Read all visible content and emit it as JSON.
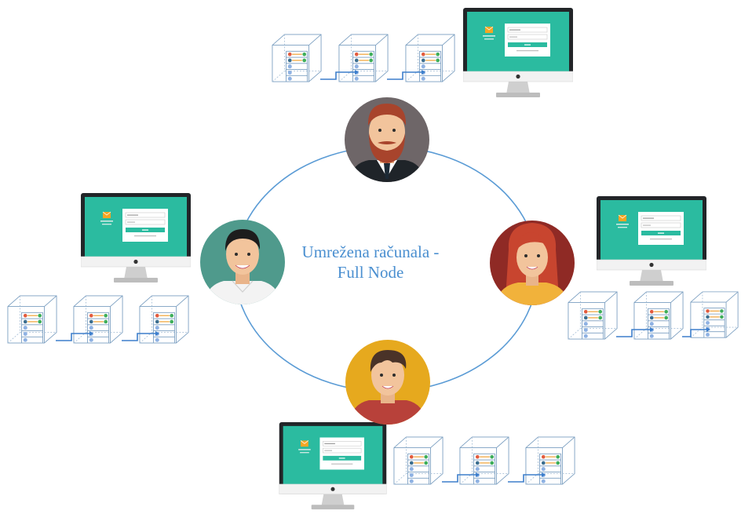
{
  "diagram": {
    "center_label": {
      "line1": "Umrežena računala -",
      "line2": "Full Node"
    },
    "nodes": [
      {
        "id": "node-top",
        "avatar": "bearded-man-avatar"
      },
      {
        "id": "node-right",
        "avatar": "red-haired-woman-avatar"
      },
      {
        "id": "node-bottom",
        "avatar": "young-man-avatar"
      },
      {
        "id": "node-left",
        "avatar": "smiling-man-avatar"
      }
    ],
    "blocks_per_chain": 3,
    "icons": [
      "monitor-icon",
      "blockchain-block-icon",
      "user-avatar-icon"
    ],
    "colors": {
      "ring": "#5a9bd5",
      "screen": "#2bbba0",
      "arrow": "#3d7fcc",
      "block_outline": "#7a9ec0"
    }
  }
}
